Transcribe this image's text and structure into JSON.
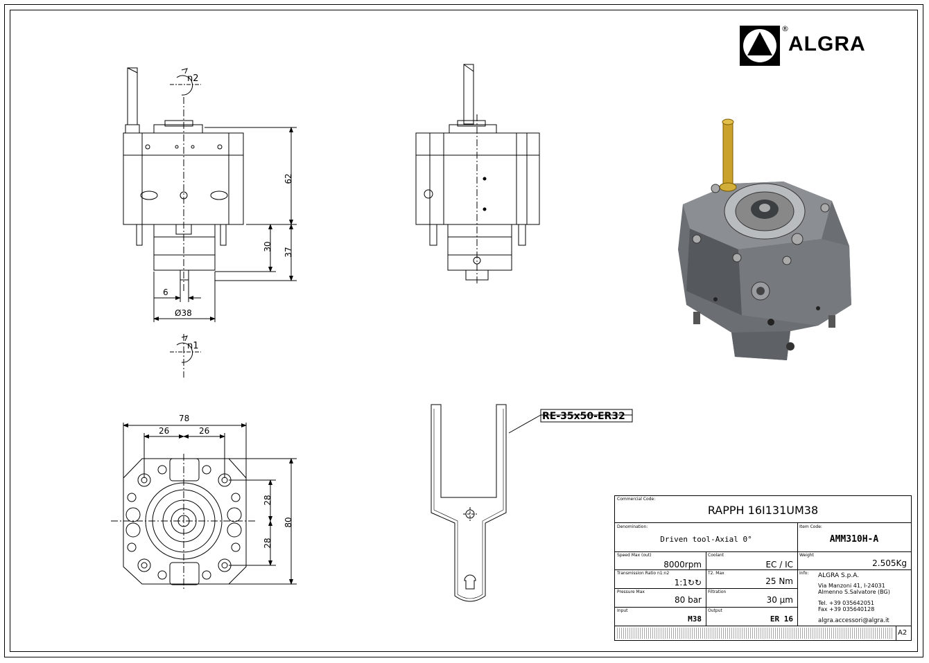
{
  "brand": {
    "name": "ALGRA",
    "registered": "®"
  },
  "dimensions": {
    "height_body": "62",
    "height_shank": "30",
    "height_lower": "37",
    "pin": "6",
    "diameter": "Ø38",
    "width_total": "78",
    "half_left": "26",
    "half_right": "26",
    "height_total": "80",
    "upper_28": "28",
    "lower_28": "28"
  },
  "rotation": {
    "top": "n2",
    "bottom": "n1"
  },
  "wrench_label": "RE-35x50-ER32",
  "title_block": {
    "commercial_code_label": "Commercial Code:",
    "commercial_code": "RAPPH 16I131UM38",
    "denomination_label": "Denomination:",
    "denomination": "Driven tool-Axial 0°",
    "item_code_label": "Item Code:",
    "item_code": "AMM310H-A",
    "speed_label": "Speed Max (out)",
    "speed": "8000rpm",
    "coolant_label": "Coolant",
    "coolant": "EC / IC",
    "weight_label": "Weight",
    "weight": "2.505Kg",
    "ratio_label": "Transmission Ratio n1:n2",
    "ratio": "1:1↻↻",
    "torque_label": "T2. Max",
    "torque": "25 Nm",
    "info_label": "Info:",
    "company": "ALGRA S.p.A.",
    "address1": "Via Manzoni 41, I-24031",
    "address2": "Almenno S.Salvatore (BG)",
    "tel": "Tel. +39 035642051",
    "fax": "Fax +39 035640128",
    "email": "algra.accessori@algra.it",
    "pressure_label": "Pressure Max",
    "pressure": "80 bar",
    "filtration_label": "Filtration",
    "filtration": "30 μm",
    "input_label": "Input",
    "input": "M38",
    "output_label": "Output",
    "output": "ER 16",
    "sheet_size": "A2"
  }
}
